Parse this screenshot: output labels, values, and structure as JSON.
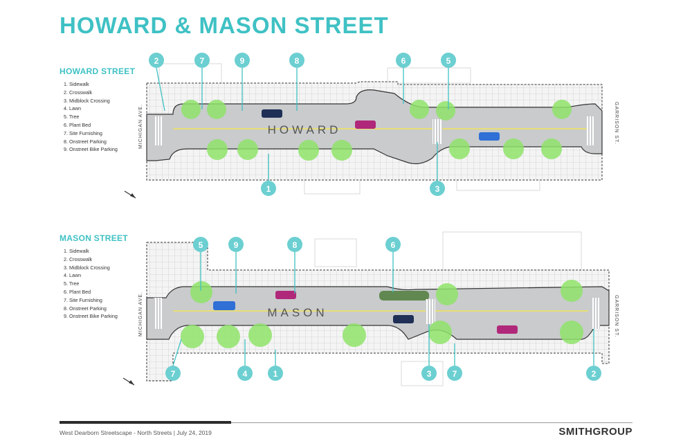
{
  "title": "HOWARD & MASON STREET",
  "howard": {
    "heading": "HOWARD STREET",
    "street_label": "HOWARD",
    "cross_left": "MICHIGAN AVE.",
    "cross_right": "GARRISON ST.",
    "legend": [
      "1. Sidewalk",
      "2. Crosswalk",
      "3. Midblock Crossing",
      "4. Lawn",
      "5. Tree",
      "6. Plant Bed",
      "7. Site Furnishing",
      "8. Onstreet Parking",
      "9. Onstreet Bike Parking"
    ],
    "markers_top": [
      "2",
      "7",
      "9",
      "8",
      "6",
      "5"
    ],
    "markers_bottom": [
      "1",
      "3"
    ]
  },
  "mason": {
    "heading": "MASON STREET",
    "street_label": "MASON",
    "cross_left": "MICHIGAN AVE.",
    "cross_right": "GARRISON ST.",
    "legend": [
      "1. Sidewalk",
      "2. Crosswalk",
      "3. Midblock Crossing",
      "4. Lawn",
      "5. Tree",
      "6. Plant Bed",
      "7. Site Furnishing",
      "8. Onstreet Parking",
      "9. Onstreet Bike Parking"
    ],
    "markers_top": [
      "5",
      "9",
      "8",
      "6"
    ],
    "markers_bottom": [
      "7",
      "4",
      "1",
      "3",
      "7",
      "2"
    ]
  },
  "footer": {
    "text": "West Dearborn Streetscape - North Streets   |   July 24, 2019",
    "logo": "SMITHGROUP"
  },
  "colors": {
    "accent": "#3fc1c4",
    "tree": "#8fe36a",
    "road": "#c9cbcd",
    "sidewalk": "#f2f2f2",
    "car_blue": "#2f6fd6",
    "car_magenta": "#b0287a",
    "car_navy": "#1f2f55"
  }
}
